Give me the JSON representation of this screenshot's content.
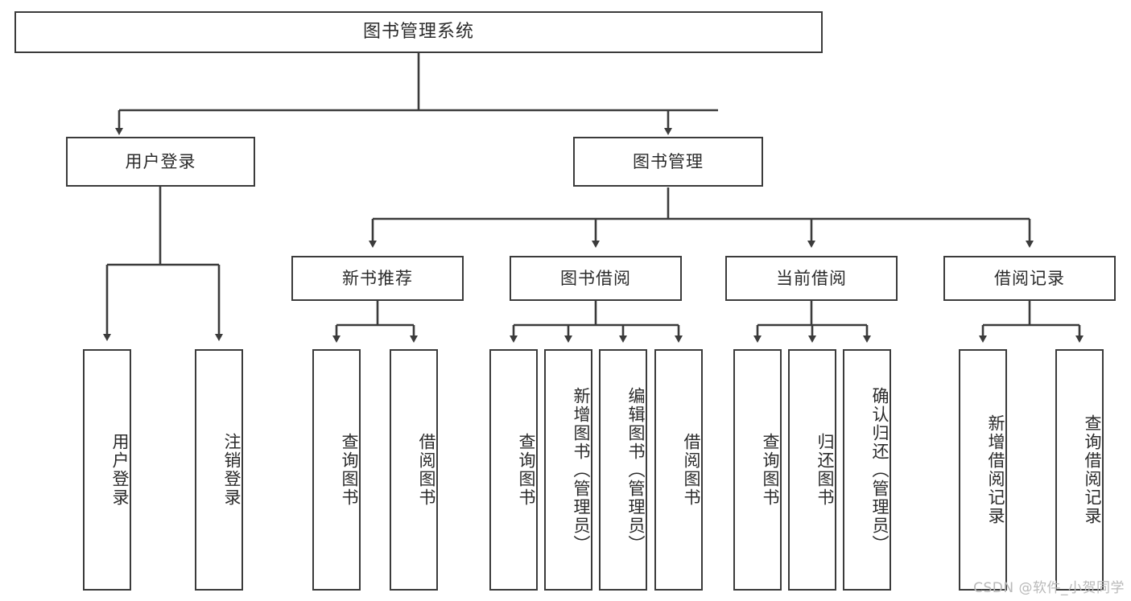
{
  "diagram": {
    "title": "图书管理系统",
    "watermark": "CSDN @软件_小贺同学",
    "line_color": "#3b3b3b",
    "box_fill": "#ffffff",
    "text_color": "#2b2b2b",
    "watermark_color": "#b9b9b9",
    "levels": {
      "level1": [
        "图书管理系统"
      ],
      "level2": [
        "用户登录",
        "图书管理"
      ],
      "level3": [
        "新书推荐",
        "图书借阅",
        "当前借阅",
        "借阅记录"
      ],
      "level4": [
        "用户登录",
        "注销登录",
        "查询图书",
        "借阅图书",
        "查询图书",
        "新增图书（管理员）",
        "编辑图书（管理员）",
        "借阅图书",
        "查询图书",
        "归还图书",
        "确认归还（管理员）",
        "新增借阅记录",
        "查询借阅记录"
      ]
    },
    "nodes": {
      "root": {
        "label": "图书管理系统"
      },
      "user_login": {
        "label": "用户登录"
      },
      "book_manage": {
        "label": "图书管理"
      },
      "new_book_rec": {
        "label": "新书推荐"
      },
      "book_borrow": {
        "label": "图书借阅"
      },
      "current_borrow": {
        "label": "当前借阅"
      },
      "borrow_record": {
        "label": "借阅记录"
      },
      "leaf_user_login": {
        "label": "用户登录"
      },
      "leaf_user_logout": {
        "label": "注销登录"
      },
      "leaf_rec_query": {
        "label": "查询图书"
      },
      "leaf_rec_borrow": {
        "label": "借阅图书"
      },
      "leaf_borrow_query": {
        "label": "查询图书"
      },
      "leaf_borrow_add": {
        "label": "新增图书（管理员）"
      },
      "leaf_borrow_edit": {
        "label": "编辑图书（管理员）"
      },
      "leaf_borrow_lend": {
        "label": "借阅图书"
      },
      "leaf_cur_query": {
        "label": "查询图书"
      },
      "leaf_cur_return": {
        "label": "归还图书"
      },
      "leaf_cur_confirm": {
        "label": "确认归还（管理员）"
      },
      "leaf_rec_add": {
        "label": "新增借阅记录"
      },
      "leaf_rec_search": {
        "label": "查询借阅记录"
      }
    }
  }
}
